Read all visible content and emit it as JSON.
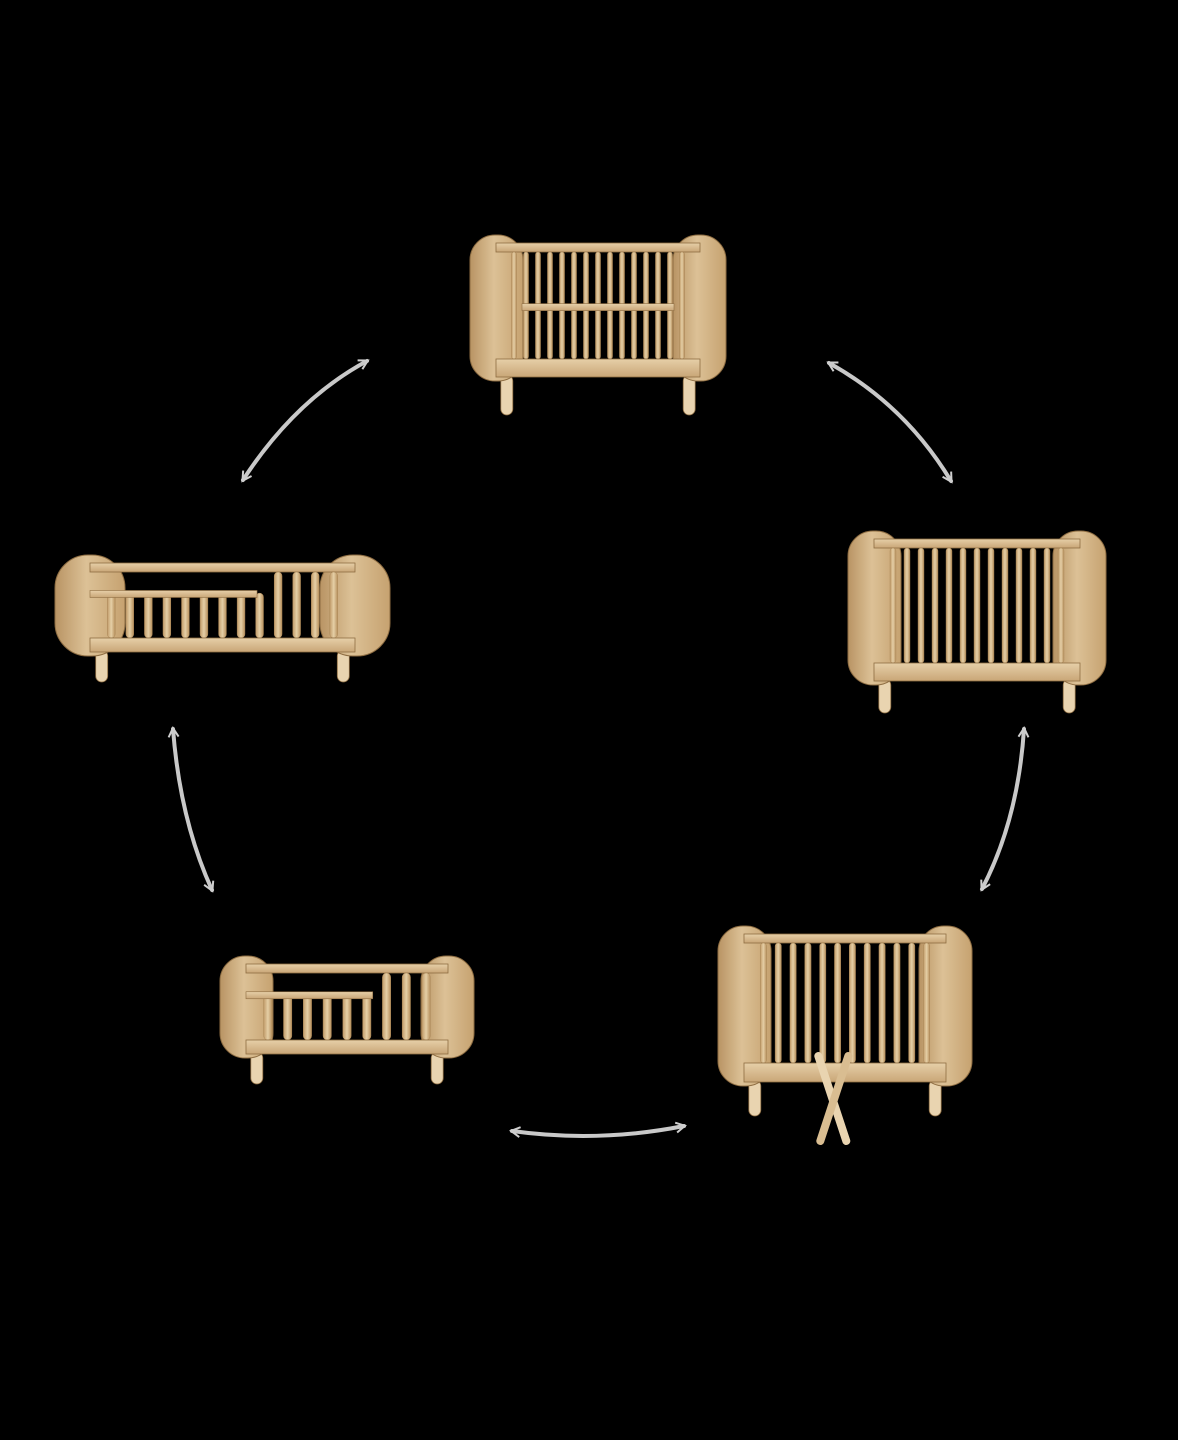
{
  "background_color": "#000000",
  "wood_colors": {
    "light": "#e9d4b0",
    "base": "#d9bd91",
    "mid": "#caa878",
    "dark": "#a98656",
    "edge": "#8e6d42"
  },
  "arrow_color": "#c9c9c9",
  "stages": [
    {
      "id": "cot-high",
      "icon": "crib-high-base-icon",
      "spindles": 15
    },
    {
      "id": "cot-tall",
      "icon": "crib-low-base-icon",
      "spindles": 13
    },
    {
      "id": "cot-legs-off",
      "icon": "crib-legs-removed-icon",
      "spindles": 12
    },
    {
      "id": "junior-mini",
      "icon": "junior-bed-mini-icon",
      "spindles": 9
    },
    {
      "id": "junior-long",
      "icon": "junior-bed-long-icon",
      "spindles": 13
    }
  ],
  "cycle_arrows": [
    {
      "from": "cot-high",
      "to": "cot-tall",
      "icon": "double-arrow-icon"
    },
    {
      "from": "cot-tall",
      "to": "cot-legs-off",
      "icon": "double-arrow-icon"
    },
    {
      "from": "cot-legs-off",
      "to": "junior-mini",
      "icon": "double-arrow-icon"
    },
    {
      "from": "junior-mini",
      "to": "junior-long",
      "icon": "double-arrow-icon"
    },
    {
      "from": "junior-long",
      "to": "cot-high",
      "icon": "double-arrow-icon"
    }
  ]
}
